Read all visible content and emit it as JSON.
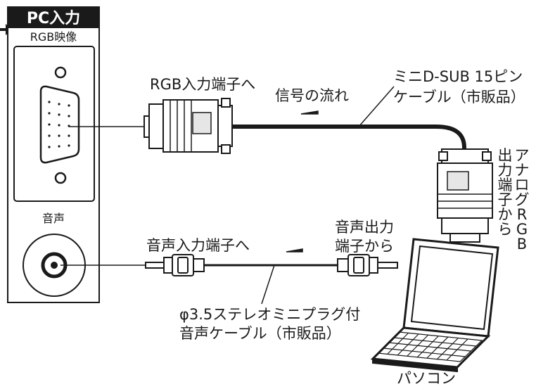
{
  "panel": {
    "header": "PC入力",
    "rgb_label": "RGB映像",
    "audio_label": "音声"
  },
  "labels": {
    "rgb_in": "RGB入力端子へ",
    "signal_flow": "信号の流れ",
    "minid_cable_line1": "ミニD-SUB 15ピン",
    "minid_cable_line2": "ケーブル（市販品）",
    "analog_rgb_out": "アナログRGB出力端子から",
    "audio_in": "音声入力端子へ",
    "audio_out_line1": "音声出力",
    "audio_out_line2": "端子から",
    "audio_cable_line1": "φ3.5ステレオミニプラグ付",
    "audio_cable_line2": "音声ケーブル（市販品）",
    "pc": "パソコン"
  },
  "colors": {
    "line": "#1a1a1a",
    "panel_fill": "#ffffff",
    "header_fill": "#1a1a1a",
    "header_text": "#ffffff",
    "connector_fill": "#ffffff",
    "connector_shade": "#e6e6e6",
    "laptop_screen": "#ffffff"
  }
}
